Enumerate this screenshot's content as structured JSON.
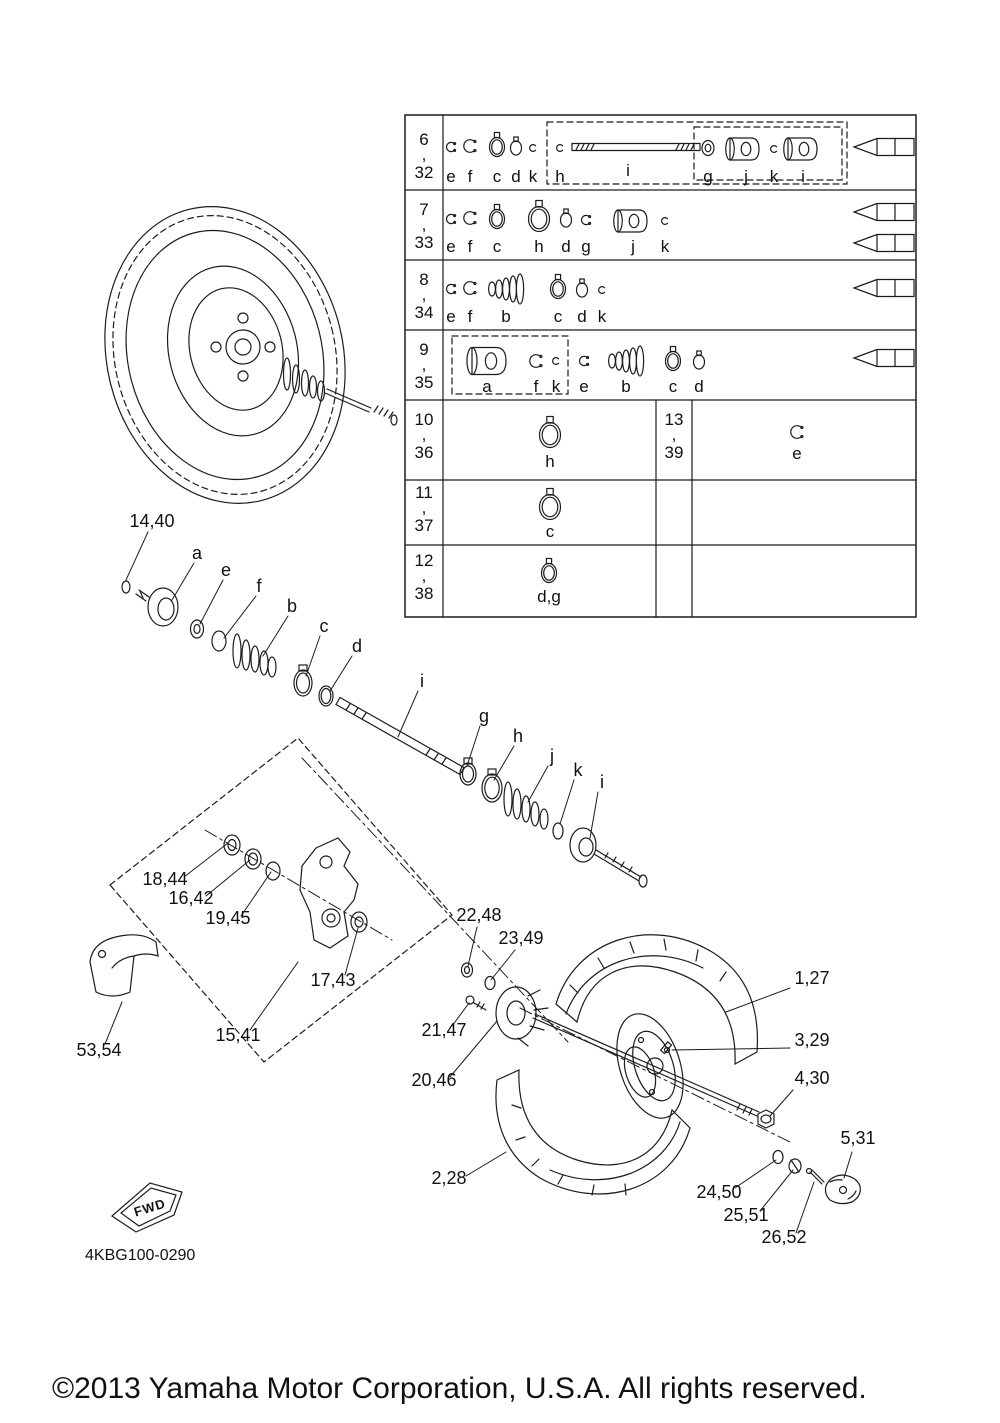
{
  "meta": {
    "copyright": "©2013 Yamaha Motor Corporation, U.S.A. All rights reserved.",
    "diagram_code": "4KBG100-0290",
    "fwd": "FWD"
  },
  "table": {
    "rows": [
      {
        "ref": [
          "6",
          ",",
          "32"
        ],
        "letters": [
          "e",
          "f",
          "c",
          "d",
          "k",
          "h",
          "i",
          "g",
          "j",
          "k",
          "i"
        ]
      },
      {
        "ref": [
          "7",
          ",",
          "33"
        ],
        "letters": [
          "e",
          "f",
          "c",
          "h",
          "d",
          "g",
          "j",
          "k"
        ]
      },
      {
        "ref": [
          "8",
          ",",
          "34"
        ],
        "letters": [
          "e",
          "f",
          "b",
          "c",
          "d",
          "k"
        ]
      },
      {
        "ref": [
          "9",
          ",",
          "35"
        ],
        "letters": [
          "a",
          "f",
          "k",
          "e",
          "b",
          "c",
          "d"
        ]
      },
      {
        "ref": [
          "10",
          ",",
          "36"
        ],
        "letters": [
          "h"
        ]
      },
      {
        "ref": [
          "13",
          ",",
          "39"
        ],
        "letters": [
          "e"
        ]
      },
      {
        "ref": [
          "11",
          ",",
          "37"
        ],
        "letters": [
          "c"
        ]
      },
      {
        "ref": [
          "12",
          ",",
          "38"
        ],
        "letters": [
          "d,g"
        ]
      }
    ]
  },
  "letters": {
    "a": "a",
    "b": "b",
    "c": "c",
    "d": "d",
    "e": "e",
    "f": "f",
    "g": "g",
    "h": "h",
    "i": "i",
    "j": "j",
    "k": "k"
  },
  "callouts": {
    "axle_set": "14,40",
    "bearing_outer": "18,44",
    "bearing_inner": "16,42",
    "seal": "19,45",
    "washer_knuckle": "17,43",
    "knuckle_assembly": "15,41",
    "protector": "53,54",
    "washer_a": "22,48",
    "washer_b": "23,49",
    "bolt": "21,47",
    "hub": "20,46",
    "front_wheel": "1,27",
    "valve": "3,29",
    "axle_nut": "4,30",
    "cap": "5,31",
    "tire": "2,28",
    "washer_outer": "24,50",
    "castle_nut": "25,51",
    "cotter_pin": "26,52"
  }
}
